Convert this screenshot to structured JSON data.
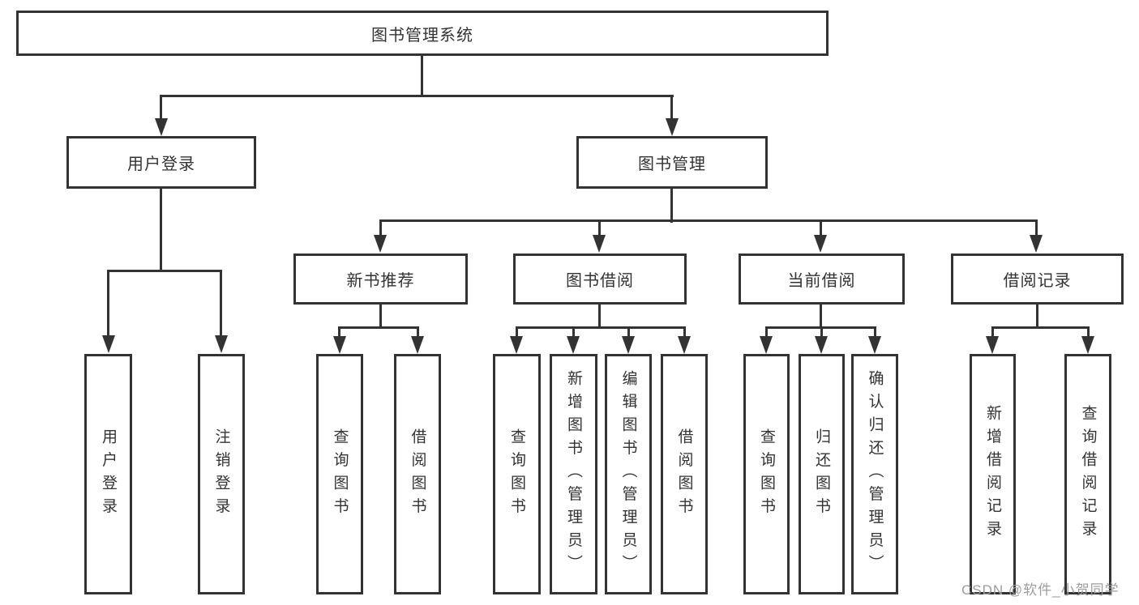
{
  "colors": {
    "line": "#333333",
    "box_border": "#333333",
    "box_bg": "#ffffff",
    "text": "#333333",
    "watermark": "#9c9c9c",
    "background": "#ffffff"
  },
  "tree": {
    "root": "图书管理系统",
    "level2": [
      "用户登录",
      "图书管理"
    ],
    "level3": [
      "新书推荐",
      "图书借阅",
      "当前借阅",
      "借阅记录"
    ],
    "leaves": {
      "user_login": [
        "用户登录",
        "注销登录"
      ],
      "new_book_recommend": [
        "查询图书",
        "借阅图书"
      ],
      "book_borrow": [
        "查询图书",
        "新增图书（管理员）",
        "编辑图书（管理员）",
        "借阅图书"
      ],
      "current_borrow": [
        "查询图书",
        "归还图书",
        "确认归还（管理员）"
      ],
      "borrow_record": [
        "新增借阅记录",
        "查询借阅记录"
      ]
    }
  },
  "watermark": {
    "text": "CSDN @软件_小贺同学"
  }
}
